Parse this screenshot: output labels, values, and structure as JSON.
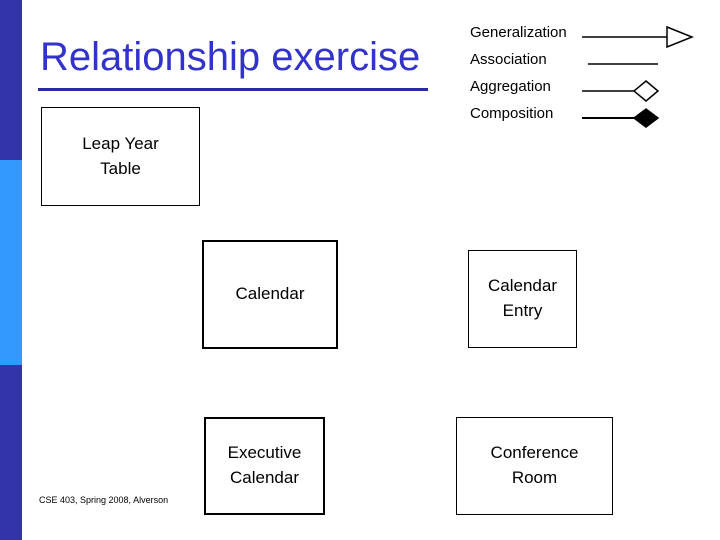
{
  "slide": {
    "title": "Relationship exercise",
    "footer": "CSE 403, Spring 2008, Alverson",
    "colors": {
      "title": "#3333cc",
      "bar_dark": "#3333aa",
      "bar_light": "#3399ff",
      "rule": "#2b2b9e",
      "line": "#000000"
    }
  },
  "legend": {
    "items": [
      {
        "label": "Generalization",
        "art": "hollow-triangle-arrow"
      },
      {
        "label": "Association",
        "art": "plain-line"
      },
      {
        "label": "Aggregation",
        "art": "hollow-diamond"
      },
      {
        "label": "Composition",
        "art": "filled-diamond"
      }
    ]
  },
  "boxes": [
    {
      "name": "leap-year-table",
      "lines": [
        "Leap Year",
        "Table"
      ]
    },
    {
      "name": "calendar",
      "lines": [
        "Calendar"
      ]
    },
    {
      "name": "calendar-entry",
      "lines": [
        "Calendar",
        "Entry"
      ]
    },
    {
      "name": "executive-calendar",
      "lines": [
        "Executive",
        "Calendar"
      ]
    },
    {
      "name": "conference-room",
      "lines": [
        "Conference",
        "Room"
      ]
    }
  ]
}
